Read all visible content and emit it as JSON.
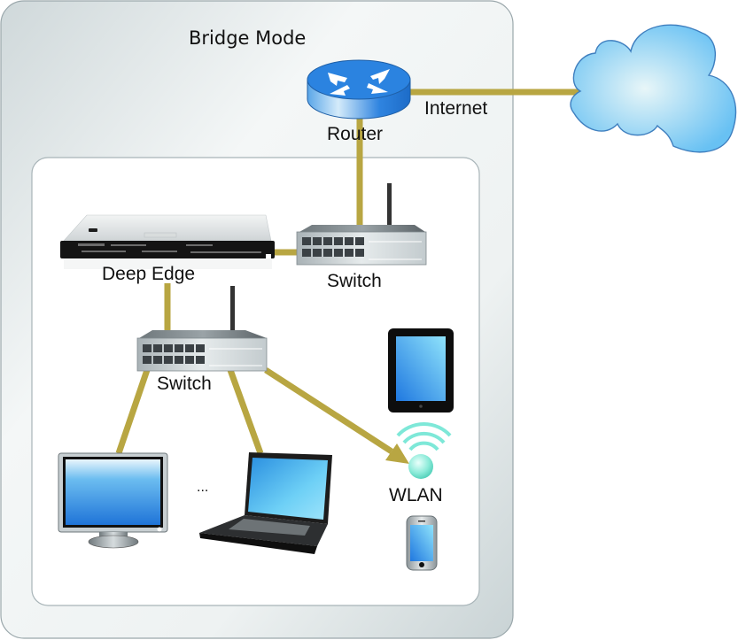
{
  "diagram": {
    "title": "Bridge Mode",
    "colors": {
      "link": "#b8a642",
      "outer_panel": "#e4eaec",
      "inner_panel": "#ffffff",
      "router_blue": "#2a7fd8",
      "cloud_blue": "#6cc4f5",
      "wlan_cyan": "#7ee8d8"
    },
    "nodes": {
      "cloud": {
        "label": ""
      },
      "internet_link": {
        "label": "Internet"
      },
      "router": {
        "label": "Router"
      },
      "switch_top": {
        "label": "Switch"
      },
      "deep_edge": {
        "label": "Deep Edge"
      },
      "switch_mid": {
        "label": "Switch"
      },
      "desktop": {
        "label": ""
      },
      "ellipsis": {
        "label": "..."
      },
      "laptop": {
        "label": ""
      },
      "wlan": {
        "label": "WLAN"
      },
      "tablet": {
        "label": ""
      },
      "phone": {
        "label": ""
      }
    },
    "edges": [
      {
        "from": "router",
        "to": "cloud",
        "label": "Internet"
      },
      {
        "from": "router",
        "to": "switch_top"
      },
      {
        "from": "switch_top",
        "to": "deep_edge"
      },
      {
        "from": "deep_edge",
        "to": "switch_mid"
      },
      {
        "from": "switch_mid",
        "to": "desktop"
      },
      {
        "from": "switch_mid",
        "to": "laptop"
      },
      {
        "from": "switch_mid",
        "to": "wlan",
        "arrow": true
      }
    ]
  }
}
